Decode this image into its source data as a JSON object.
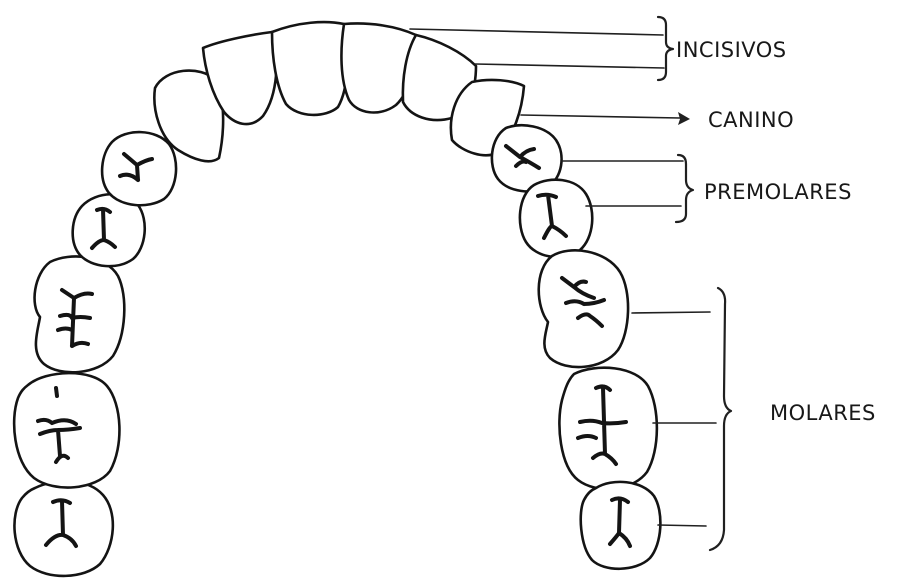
{
  "labels": {
    "incisivos": "INCISIVOS",
    "canino": "CANINO",
    "premolares": "PREMOLARES",
    "molares": "MOLARES"
  },
  "colors": {
    "ink": "#141414",
    "background": "#ffffff"
  }
}
